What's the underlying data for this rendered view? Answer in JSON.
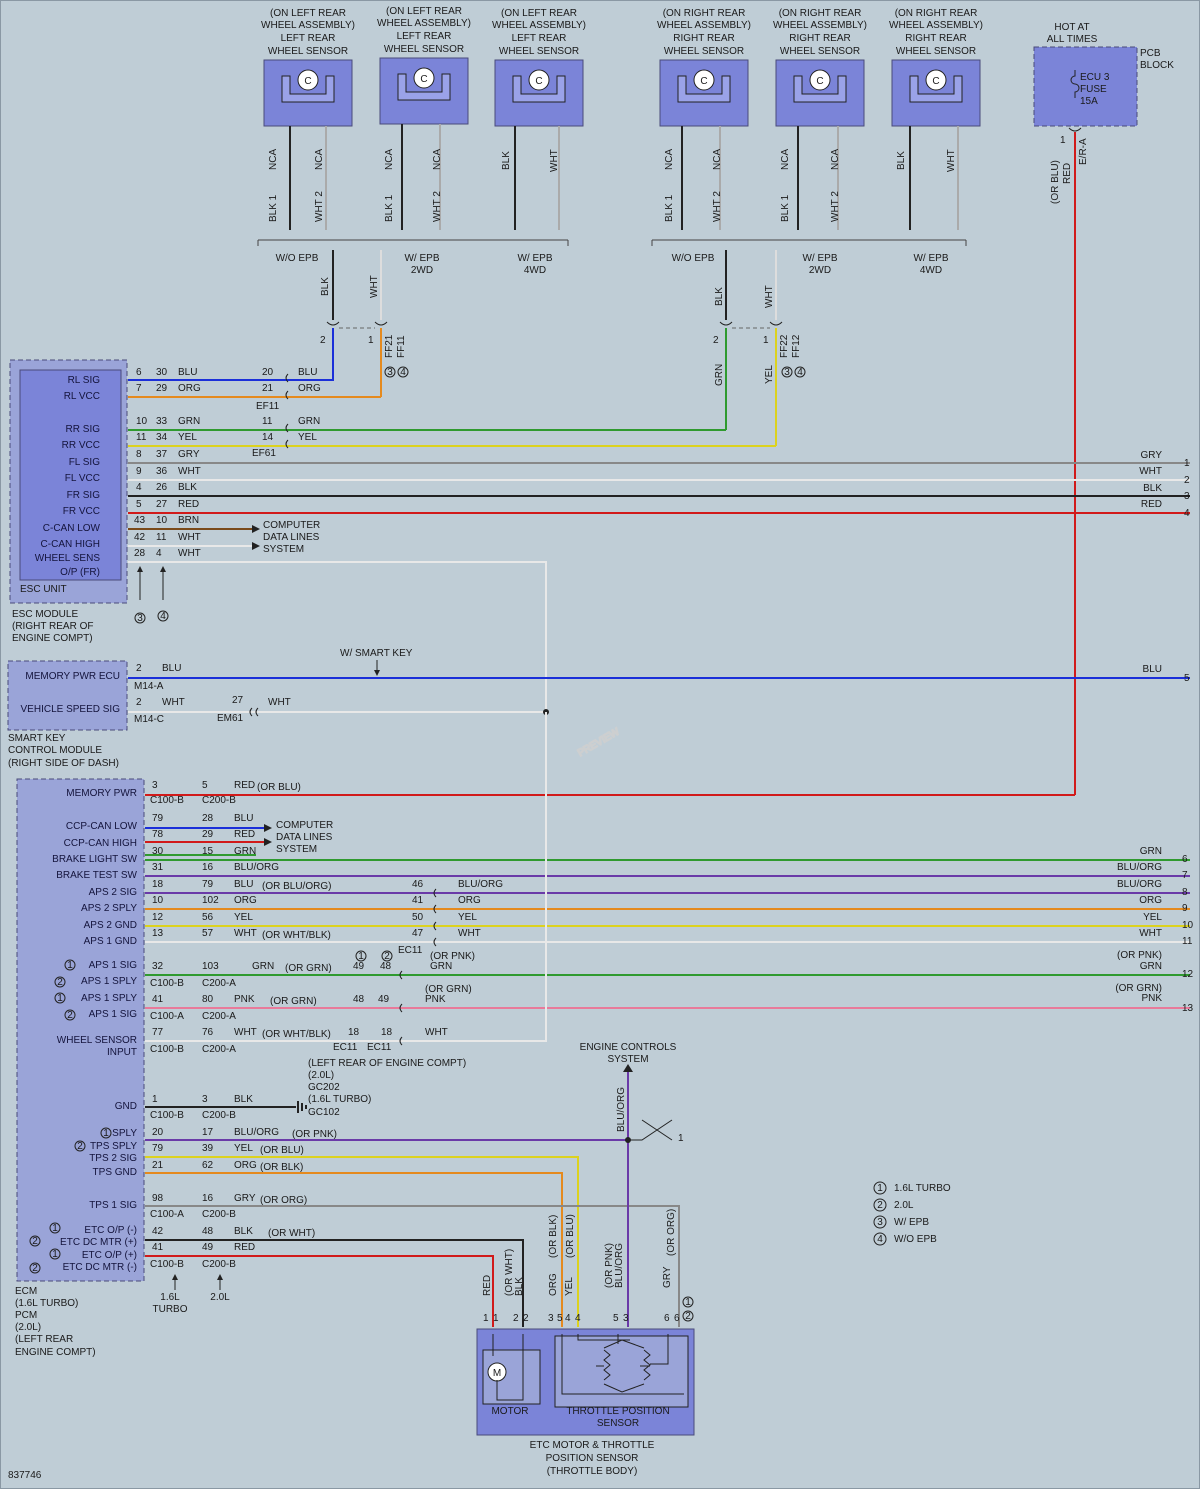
{
  "sensors_left": [
    {
      "loc": "(ON LEFT REAR",
      "loc2": "WHEEL ASSEMBLY)",
      "name": "LEFT REAR",
      "name2": "WHEEL SENSOR",
      "w1": "NCA",
      "w2": "NCA",
      "b1": "BLK 1",
      "b2": "WHT 2"
    },
    {
      "loc": "(ON LEFT REAR",
      "loc2": "WHEEL ASSEMBLY)",
      "name": "LEFT REAR",
      "name2": "WHEEL SENSOR",
      "w1": "NCA",
      "w2": "NCA",
      "b1": "BLK 1",
      "b2": "WHT 2"
    },
    {
      "loc": "(ON LEFT REAR",
      "loc2": "WHEEL ASSEMBLY)",
      "name": "LEFT REAR",
      "name2": "WHEEL SENSOR",
      "w1": "BLK",
      "w2": "WHT",
      "b1": "",
      "b2": ""
    }
  ],
  "sensors_right": [
    {
      "loc": "(ON RIGHT REAR",
      "loc2": "WHEEL ASSEMBLY)",
      "name": "RIGHT REAR",
      "name2": "WHEEL SENSOR",
      "w1": "NCA",
      "w2": "NCA",
      "b1": "BLK 1",
      "b2": "WHT 2"
    },
    {
      "loc": "(ON RIGHT REAR",
      "loc2": "WHEEL ASSEMBLY)",
      "name": "RIGHT REAR",
      "name2": "WHEEL SENSOR",
      "w1": "NCA",
      "w2": "NCA",
      "b1": "BLK 1",
      "b2": "WHT 2"
    },
    {
      "loc": "(ON RIGHT REAR",
      "loc2": "WHEEL ASSEMBLY)",
      "name": "RIGHT REAR",
      "name2": "WHEEL SENSOR",
      "w1": "BLK",
      "w2": "WHT",
      "b1": "",
      "b2": ""
    }
  ],
  "brackets": {
    "left": [
      "W/O EPB",
      "W/ EPB",
      "2WD",
      "W/ EPB",
      "4WD"
    ],
    "right": [
      "W/O EPB",
      "W/ EPB",
      "2WD",
      "W/ EPB",
      "4WD"
    ]
  },
  "fuse": {
    "hot": "HOT AT",
    "hot2": "ALL TIMES",
    "pcb": "PCB",
    "pcb2": "BLOCK",
    "f1": "ECU 3",
    "f2": "FUSE",
    "f3": "15A",
    "pin": "1",
    "conn": "E/R-A",
    "wire": "RED",
    "alt": "(OR BLU)"
  },
  "colors": {
    "blu": "#1b2fd9",
    "org": "#e58a1e",
    "grn": "#2f9a2f",
    "yel": "#dcd21e",
    "gry": "#888888",
    "wht": "#e8e8e8",
    "blk": "#222222",
    "red": "#d11a1a",
    "brn": "#7a4a1a",
    "pnk": "#e87a9a",
    "bluorg": "#6a3aa8",
    "module": "#7b84d8",
    "module_border": "#4a4a7a",
    "bg": "#bfcdd6"
  },
  "esc": {
    "pins": [
      "RL SIG",
      "RL VCC",
      "RR SIG",
      "RR VCC",
      "FL SIG",
      "FL VCC",
      "FR SIG",
      "FR VCC",
      "C-CAN LOW",
      "C-CAN HIGH",
      "WHEEL SENS",
      "O/P (FR)"
    ],
    "unit": "ESC UNIT",
    "title": "ESC MODULE",
    "sub1": "(RIGHT REAR OF",
    "sub2": "ENGINE COMPT)"
  },
  "esc_wires": [
    {
      "a": "6",
      "b": "30",
      "c": "BLU",
      "d": "20",
      "e": "BLU"
    },
    {
      "a": "7",
      "b": "29",
      "c": "ORG",
      "d": "21",
      "e": "ORG"
    },
    {
      "a": "10",
      "b": "33",
      "c": "GRN",
      "d": "11",
      "e": "GRN"
    },
    {
      "a": "11",
      "b": "34",
      "c": "YEL",
      "d": "14",
      "e": "YEL"
    },
    {
      "a": "8",
      "b": "37",
      "c": "GRY",
      "d": "",
      "e": ""
    },
    {
      "a": "9",
      "b": "36",
      "c": "WHT",
      "d": "",
      "e": ""
    },
    {
      "a": "4",
      "b": "26",
      "c": "BLK",
      "d": "",
      "e": ""
    },
    {
      "a": "5",
      "b": "27",
      "c": "RED",
      "d": "",
      "e": ""
    },
    {
      "a": "43",
      "b": "10",
      "c": "BRN",
      "d": "",
      "e": ""
    },
    {
      "a": "42",
      "b": "11",
      "c": "WHT",
      "d": "",
      "e": ""
    },
    {
      "a": "28",
      "b": "4",
      "c": "WHT",
      "d": "",
      "e": ""
    }
  ],
  "esc_conn": {
    "ef11": "EF11",
    "ef61": "EF61",
    "ff21": "FF21",
    "ff11": "FF11",
    "ff22": "FF22",
    "ff12": "FF12",
    "p2": "2",
    "p1": "1",
    "blk": "BLK",
    "wht": "WHT",
    "grn": "GRN",
    "yel": "YEL",
    "n3": "3",
    "n4": "4"
  },
  "cdl": {
    "l1": "COMPUTER",
    "l2": "DATA LINES",
    "l3": "SYSTEM"
  },
  "right_labels": [
    {
      "c": "GRY",
      "n": "1"
    },
    {
      "c": "WHT",
      "n": "2"
    },
    {
      "c": "BLK",
      "n": "3"
    },
    {
      "c": "RED",
      "n": "4"
    },
    {
      "c": "BLU",
      "n": "5"
    }
  ],
  "smart": {
    "p1": "MEMORY PWR ECU",
    "p2": "VEHICLE SPEED SIG",
    "title": "SMART KEY",
    "title2": "CONTROL MODULE",
    "sub": "(RIGHT SIDE OF DASH)",
    "w1a": "2",
    "w1b": "BLU",
    "w1c": "M14-A",
    "w2a": "2",
    "w2b": "WHT",
    "w2c": "M14-C",
    "w2d": "27",
    "w2e": "WHT",
    "w2f": "EM61",
    "note": "W/ SMART KEY"
  },
  "ecm": {
    "pins": [
      {
        "t": "MEMORY PWR",
        "m": ""
      },
      {
        "t": "CCP-CAN LOW",
        "m": ""
      },
      {
        "t": "CCP-CAN HIGH",
        "m": ""
      },
      {
        "t": "BRAKE LIGHT SW",
        "m": ""
      },
      {
        "t": "BRAKE TEST SW",
        "m": ""
      },
      {
        "t": "APS 2 SIG",
        "m": ""
      },
      {
        "t": "APS 2 SPLY",
        "m": ""
      },
      {
        "t": "APS 2 GND",
        "m": ""
      },
      {
        "t": "APS 1 GND",
        "m": ""
      },
      {
        "t": "APS 1 SIG",
        "m": "1"
      },
      {
        "t": "APS 1 SPLY",
        "m": "2"
      },
      {
        "t": "APS 1 SPLY",
        "m": "1"
      },
      {
        "t": "APS 1 SIG",
        "m": "2"
      },
      {
        "t": "WHEEL SENSOR",
        "m": ""
      },
      {
        "t": "INPUT",
        "m": ""
      },
      {
        "t": "GND",
        "m": ""
      },
      {
        "t": "SPLY",
        "m": "1"
      },
      {
        "t": "TPS SPLY",
        "m": "2"
      },
      {
        "t": "TPS 2 SIG",
        "m": ""
      },
      {
        "t": "TPS GND",
        "m": ""
      },
      {
        "t": "TPS 1 SIG",
        "m": ""
      },
      {
        "t": "ETC O/P (-)",
        "m": "1"
      },
      {
        "t": "ETC DC MTR (+)",
        "m": "2"
      },
      {
        "t": "ETC O/P (+)",
        "m": "1"
      },
      {
        "t": "ETC DC MTR (-)",
        "m": "2"
      }
    ],
    "t1": "ECM",
    "t2": "(1.6L TURBO)",
    "t3": "PCM",
    "t4": "(2.0L)",
    "t5": "(LEFT REAR",
    "t6": "ENGINE COMPT)"
  },
  "ecm_wires": [
    {
      "a": "3",
      "b": "5",
      "c": "RED",
      "x": "(OR BLU)",
      "ca": "C100-B",
      "cb": "C200-B",
      "d": "",
      "e": "",
      "f": ""
    },
    {
      "a": "79",
      "b": "28",
      "c": "BLU",
      "x": "",
      "ca": "",
      "cb": "",
      "d": "",
      "e": "",
      "f": ""
    },
    {
      "a": "78",
      "b": "29",
      "c": "RED",
      "x": "",
      "ca": "",
      "cb": "",
      "d": "",
      "e": "",
      "f": ""
    },
    {
      "a": "30",
      "b": "15",
      "c": "GRN",
      "x": "",
      "ca": "",
      "cb": "",
      "d": "",
      "e": "",
      "f": ""
    },
    {
      "a": "31",
      "b": "16",
      "c": "BLU/ORG",
      "x": "",
      "ca": "",
      "cb": "",
      "d": "",
      "e": "",
      "f": ""
    },
    {
      "a": "18",
      "b": "79",
      "c": "BLU",
      "x": "(OR BLU/ORG)",
      "ca": "",
      "cb": "",
      "d": "46",
      "e": "BLU/ORG",
      "f": ""
    },
    {
      "a": "10",
      "b": "102",
      "c": "ORG",
      "x": "",
      "ca": "",
      "cb": "",
      "d": "41",
      "e": "ORG",
      "f": ""
    },
    {
      "a": "12",
      "b": "56",
      "c": "YEL",
      "x": "",
      "ca": "",
      "cb": "",
      "d": "50",
      "e": "YEL",
      "f": ""
    },
    {
      "a": "13",
      "b": "57",
      "c": "WHT",
      "x": "(OR WHT/BLK)",
      "ca": "",
      "cb": "",
      "d": "47",
      "e": "WHT",
      "f": ""
    },
    {
      "a": "32",
      "b": "103",
      "c": "GRN",
      "x": "(OR GRN)",
      "ca": "C100-B",
      "cb": "C200-A",
      "d": "49",
      "e": "48",
      "f": "GRN"
    },
    {
      "a": "41",
      "b": "80",
      "c": "PNK",
      "x": "(OR GRN)",
      "ca": "C100-A",
      "cb": "C200-A",
      "d": "48",
      "e": "49",
      "f": "PNK"
    },
    {
      "a": "77",
      "b": "76",
      "c": "WHT",
      "x": "(OR WHT/BLK)",
      "ca": "C100-B",
      "cb": "C200-A",
      "d": "18",
      "e": "18",
      "f": "WHT"
    }
  ],
  "ec11": {
    "l1": "EC11",
    "orpnk": "(OR PNK)",
    "orgrn": "(OR GRN)",
    "ec11b": "EC11",
    "ec11c": "EC11",
    "m1": "1",
    "m2": "2"
  },
  "right_labels2": [
    {
      "c": "GRN",
      "n": "6",
      "x": ""
    },
    {
      "c": "BLU/ORG",
      "n": "7",
      "x": ""
    },
    {
      "c": "BLU/ORG",
      "n": "8",
      "x": ""
    },
    {
      "c": "ORG",
      "n": "9",
      "x": ""
    },
    {
      "c": "YEL",
      "n": "10",
      "x": ""
    },
    {
      "c": "WHT",
      "n": "11",
      "x": ""
    },
    {
      "c": "GRN",
      "n": "12",
      "x": "(OR PNK)"
    },
    {
      "c": "PNK",
      "n": "13",
      "x": "(OR GRN)"
    }
  ],
  "ground": {
    "loc": "(LEFT REAR OF ENGINE COMPT)",
    "l1": "(2.0L)",
    "l2": "GC202",
    "l3": "(1.6L TURBO)",
    "l4": "GC102"
  },
  "ecm_wires2": [
    {
      "a": "1",
      "b": "3",
      "c": "BLK",
      "x": "",
      "ca": "C100-B",
      "cb": "C200-B"
    },
    {
      "a": "20",
      "b": "17",
      "c": "BLU/ORG",
      "x": "(OR PNK)",
      "ca": "",
      "cb": ""
    },
    {
      "a": "79",
      "b": "39",
      "c": "YEL",
      "x": "(OR BLU)",
      "ca": "",
      "cb": ""
    },
    {
      "a": "21",
      "b": "62",
      "c": "ORG",
      "x": "(OR BLK)",
      "ca": "",
      "cb": ""
    },
    {
      "a": "98",
      "b": "16",
      "c": "GRY",
      "x": "(OR ORG)",
      "ca": "C100-A",
      "cb": "C200-B"
    },
    {
      "a": "42",
      "b": "48",
      "c": "BLK",
      "x": "(OR WHT)",
      "ca": "",
      "cb": ""
    },
    {
      "a": "41",
      "b": "49",
      "c": "RED",
      "x": "",
      "ca": "C100-B",
      "cb": "C200-B"
    }
  ],
  "engine": {
    "l1": "ENGINE CONTROLS",
    "l2": "SYSTEM",
    "wire": "BLU/ORG",
    "n1": "1"
  },
  "etc": {
    "pins": [
      "1",
      "1",
      "2",
      "2",
      "3",
      "5",
      "4",
      "4",
      "5",
      "3",
      "6",
      "6"
    ],
    "wires": [
      "RED",
      "(OR WHT)",
      "BLK",
      "ORG",
      "(OR BLK)",
      "YEL",
      "(OR BLU)",
      "(OR PNK)",
      "BLU/ORG",
      "GRY",
      "(OR ORG)"
    ],
    "motor": "MOTOR",
    "tps": "THROTTLE POSITION",
    "tps2": "SENSOR",
    "m": "M",
    "t1": "ETC MOTOR & THROTTLE",
    "t2": "POSITION SENSOR",
    "t3": "(THROTTLE BODY)",
    "m1": "1",
    "m2": "2"
  },
  "turbo": {
    "l1": "1.6L",
    "l2": "TURBO",
    "l3": "2.0L"
  },
  "legend": [
    {
      "n": "1",
      "t": "1.6L TURBO"
    },
    {
      "n": "2",
      "t": "2.0L"
    },
    {
      "n": "3",
      "t": "W/ EPB"
    },
    {
      "n": "4",
      "t": "W/O EPB"
    }
  ],
  "footer": {
    "id": "837746"
  },
  "watermark": "PREVIEW"
}
